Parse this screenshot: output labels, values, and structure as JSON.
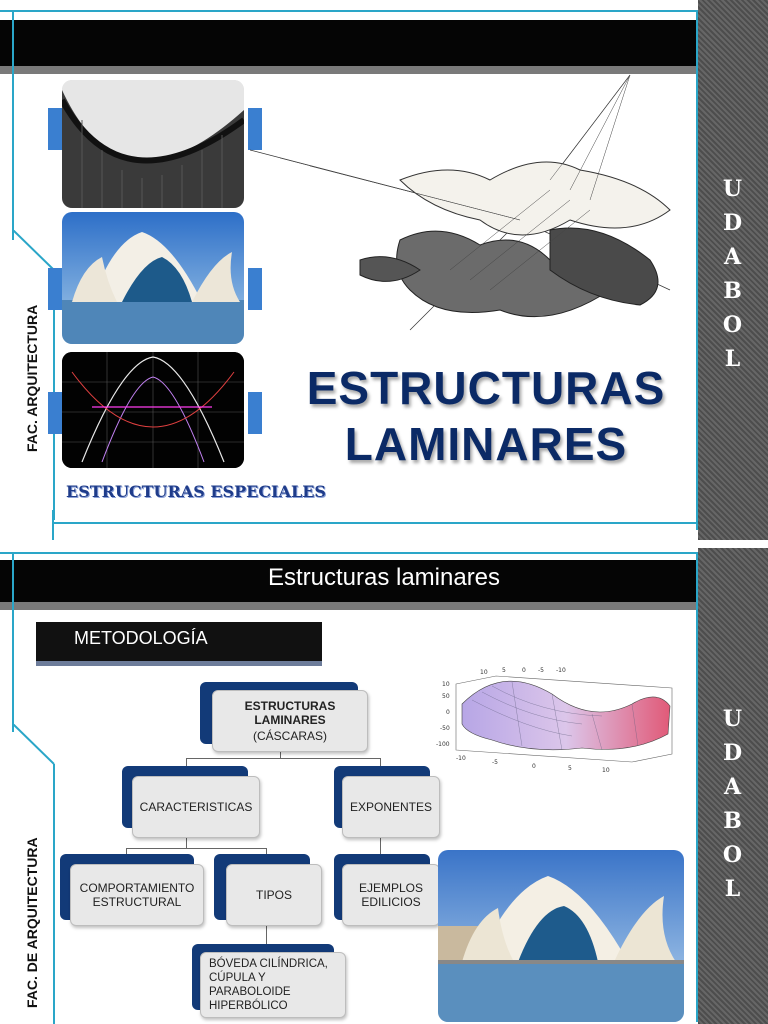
{
  "slide1": {
    "side_label": "FAC. ARQUITECTURA",
    "brand_letters": [
      "U",
      "D",
      "A",
      "B",
      "O",
      "L"
    ],
    "title_line1": "ESTRUCTURAS",
    "title_line2": "LAMINARES",
    "subtitle": "ESTRUCTURAS ESPECIALES"
  },
  "slide2": {
    "header_title": "Estructuras laminares",
    "side_label": "FAC. DE ARQUITECTURA",
    "brand_letters": [
      "U",
      "D",
      "A",
      "B",
      "O",
      "L"
    ],
    "section_label": "METODOLOGÍA",
    "diagram": {
      "root_line1": "ESTRUCTURAS",
      "root_line2": "LAMINARES",
      "root_line3": "(CÁSCARAS)",
      "characteristics": "CARACTERISTICAS",
      "exponents": "EXPONENTES",
      "structural_behavior": "COMPORTAMIENTO ESTRUCTURAL",
      "types": "TIPOS",
      "building_examples": "EJEMPLOS EDILICIOS",
      "types_detail": "BÓVEDA CILÍNDRICA, CÚPULA Y PARABOLOIDE HIPERBÓLICO"
    },
    "plot_ticks": {
      "z": [
        "10",
        "50",
        "0",
        "-50",
        "-100"
      ],
      "x": [
        "-10",
        "-5",
        "0",
        "5",
        "10"
      ],
      "y": [
        "10",
        "5",
        "0",
        "-5",
        "-10"
      ]
    }
  },
  "colors": {
    "accent_cyan": "#2aa6c8",
    "title_navy": "#0b2a66",
    "node_blue": "#123a78"
  }
}
